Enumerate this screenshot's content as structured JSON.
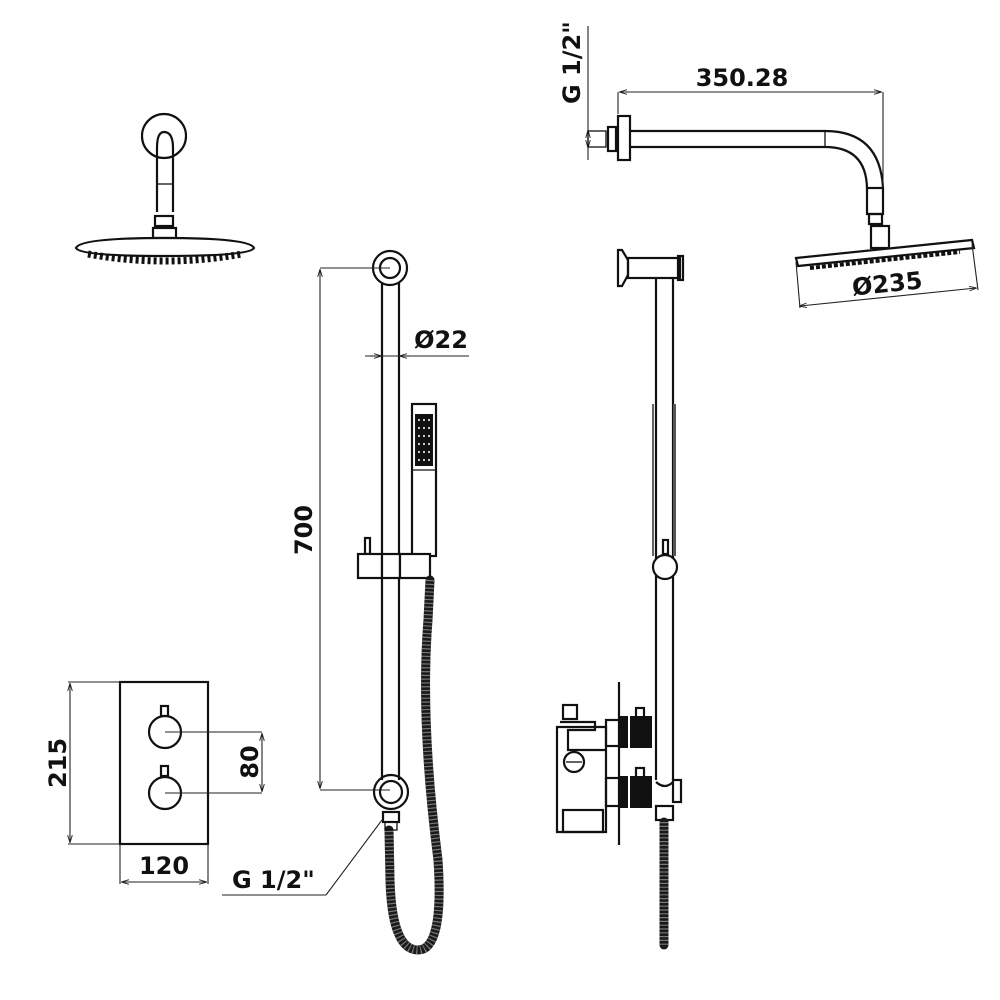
{
  "drawing": {
    "title": "Thermostatic shower system – technical drawing",
    "line_color": "#111111",
    "background": "#ffffff"
  },
  "views": {
    "ceiling_head_front": {
      "name": "Fixed shower head front view"
    },
    "wall_arm_side": {
      "name": "Wall arm & shower head side view",
      "arm_length": "350.28",
      "inlet_thread": "G 1/2\"",
      "head_diameter": "Ø235"
    },
    "riser_rail_front": {
      "name": "Slide rail front view",
      "rail_length": "700",
      "rail_diameter": "Ø22",
      "outlet_thread": "G 1/2\""
    },
    "riser_rail_side": {
      "name": "Slide rail & valve side view"
    },
    "valve_plate_front": {
      "name": "Thermostatic valve plate",
      "height": "215",
      "width": "120",
      "handle_spacing": "80"
    }
  },
  "labels": {
    "dim_350": "350.28",
    "dim_g12_top": "G 1/2\"",
    "dim_235": "Ø235",
    "dim_22": "Ø22",
    "dim_700": "700",
    "dim_215": "215",
    "dim_80": "80",
    "dim_120": "120",
    "dim_g12_bottom": "G 1/2\""
  }
}
